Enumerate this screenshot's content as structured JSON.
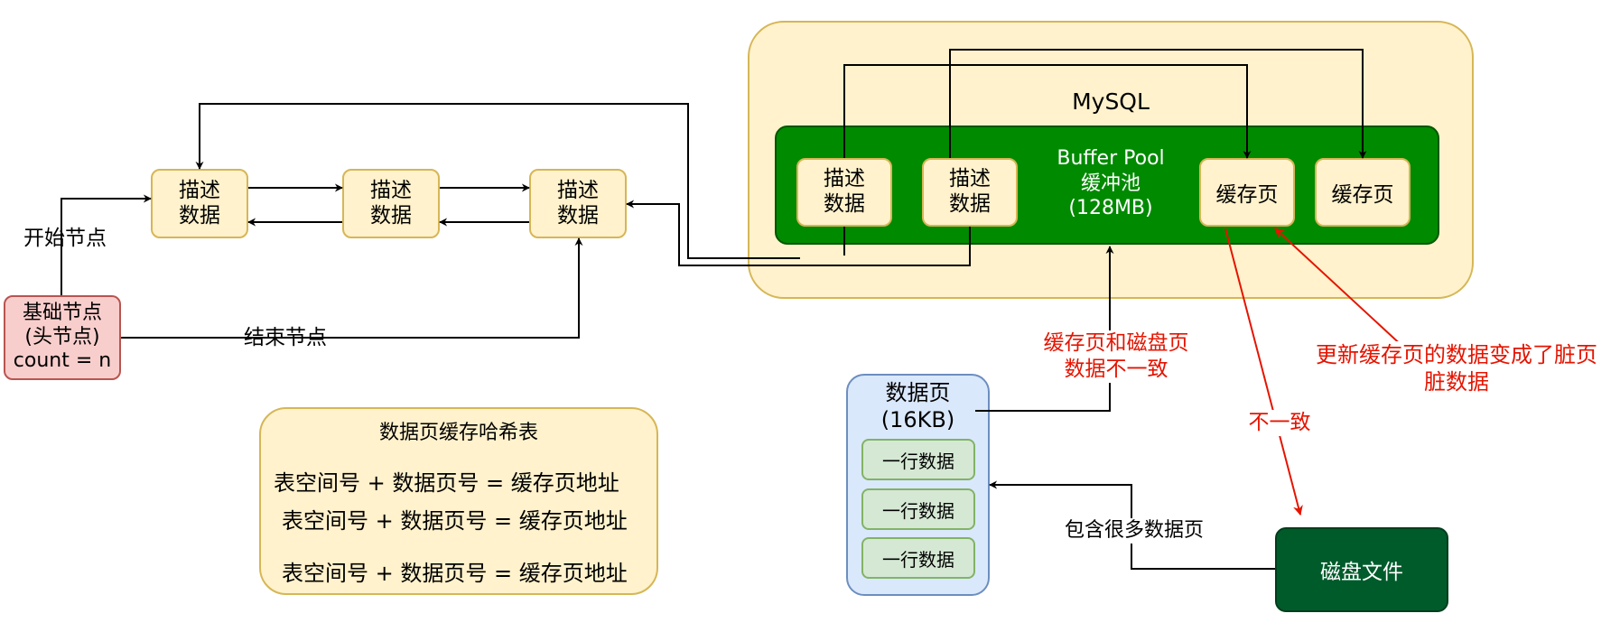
{
  "mysql_label": "MySQL",
  "buffer_pool": {
    "label": "Buffer Pool\n缓冲池\n(128MB)",
    "desc_blocks": [
      "描述\n数据",
      "描述\n数据"
    ],
    "cache_pages": [
      "缓存页",
      "缓存页"
    ]
  },
  "free_list": {
    "desc_nodes": [
      "描述\n数据",
      "描述\n数据",
      "描述\n数据"
    ],
    "base_node": "基础节点\n(头节点)\ncount = n",
    "start_label": "开始节点",
    "end_label": "结束节点"
  },
  "hash_table": {
    "title": "数据页缓存哈希表",
    "lines": [
      "表空间号 + 数据页号 = 缓存页地址",
      "表空间号 + 数据页号 = 缓存页地址",
      "表空间号 + 数据页号 = 缓存页地址"
    ]
  },
  "data_page": {
    "label": "数据页\n(16KB)",
    "rows": [
      "一行数据",
      "一行数据",
      "一行数据"
    ]
  },
  "disk_file": "磁盘文件",
  "annotations": {
    "inconsistent_cache_disk": "缓存页和磁盘页\n数据不一致",
    "dirty_page": "更新缓存页的数据变成了脏页\n脏数据",
    "inconsistent": "不一致",
    "contains_pages": "包含很多数据页"
  },
  "colors": {
    "mysql_fill": "#fff2cc",
    "buffer_pool_fill": "#008a00",
    "buffer_pool_stroke": "#005700",
    "node_fill": "#fff2cc",
    "node_stroke": "#d6b656",
    "base_fill": "#f8cecc",
    "base_stroke": "#b85450",
    "data_page_fill": "#dae8fc",
    "data_page_stroke": "#6c8ebf",
    "row_fill": "#d5e8d4",
    "row_stroke": "#82b366",
    "disk_fill": "#005b2b",
    "annotation_red": "#e51400"
  }
}
